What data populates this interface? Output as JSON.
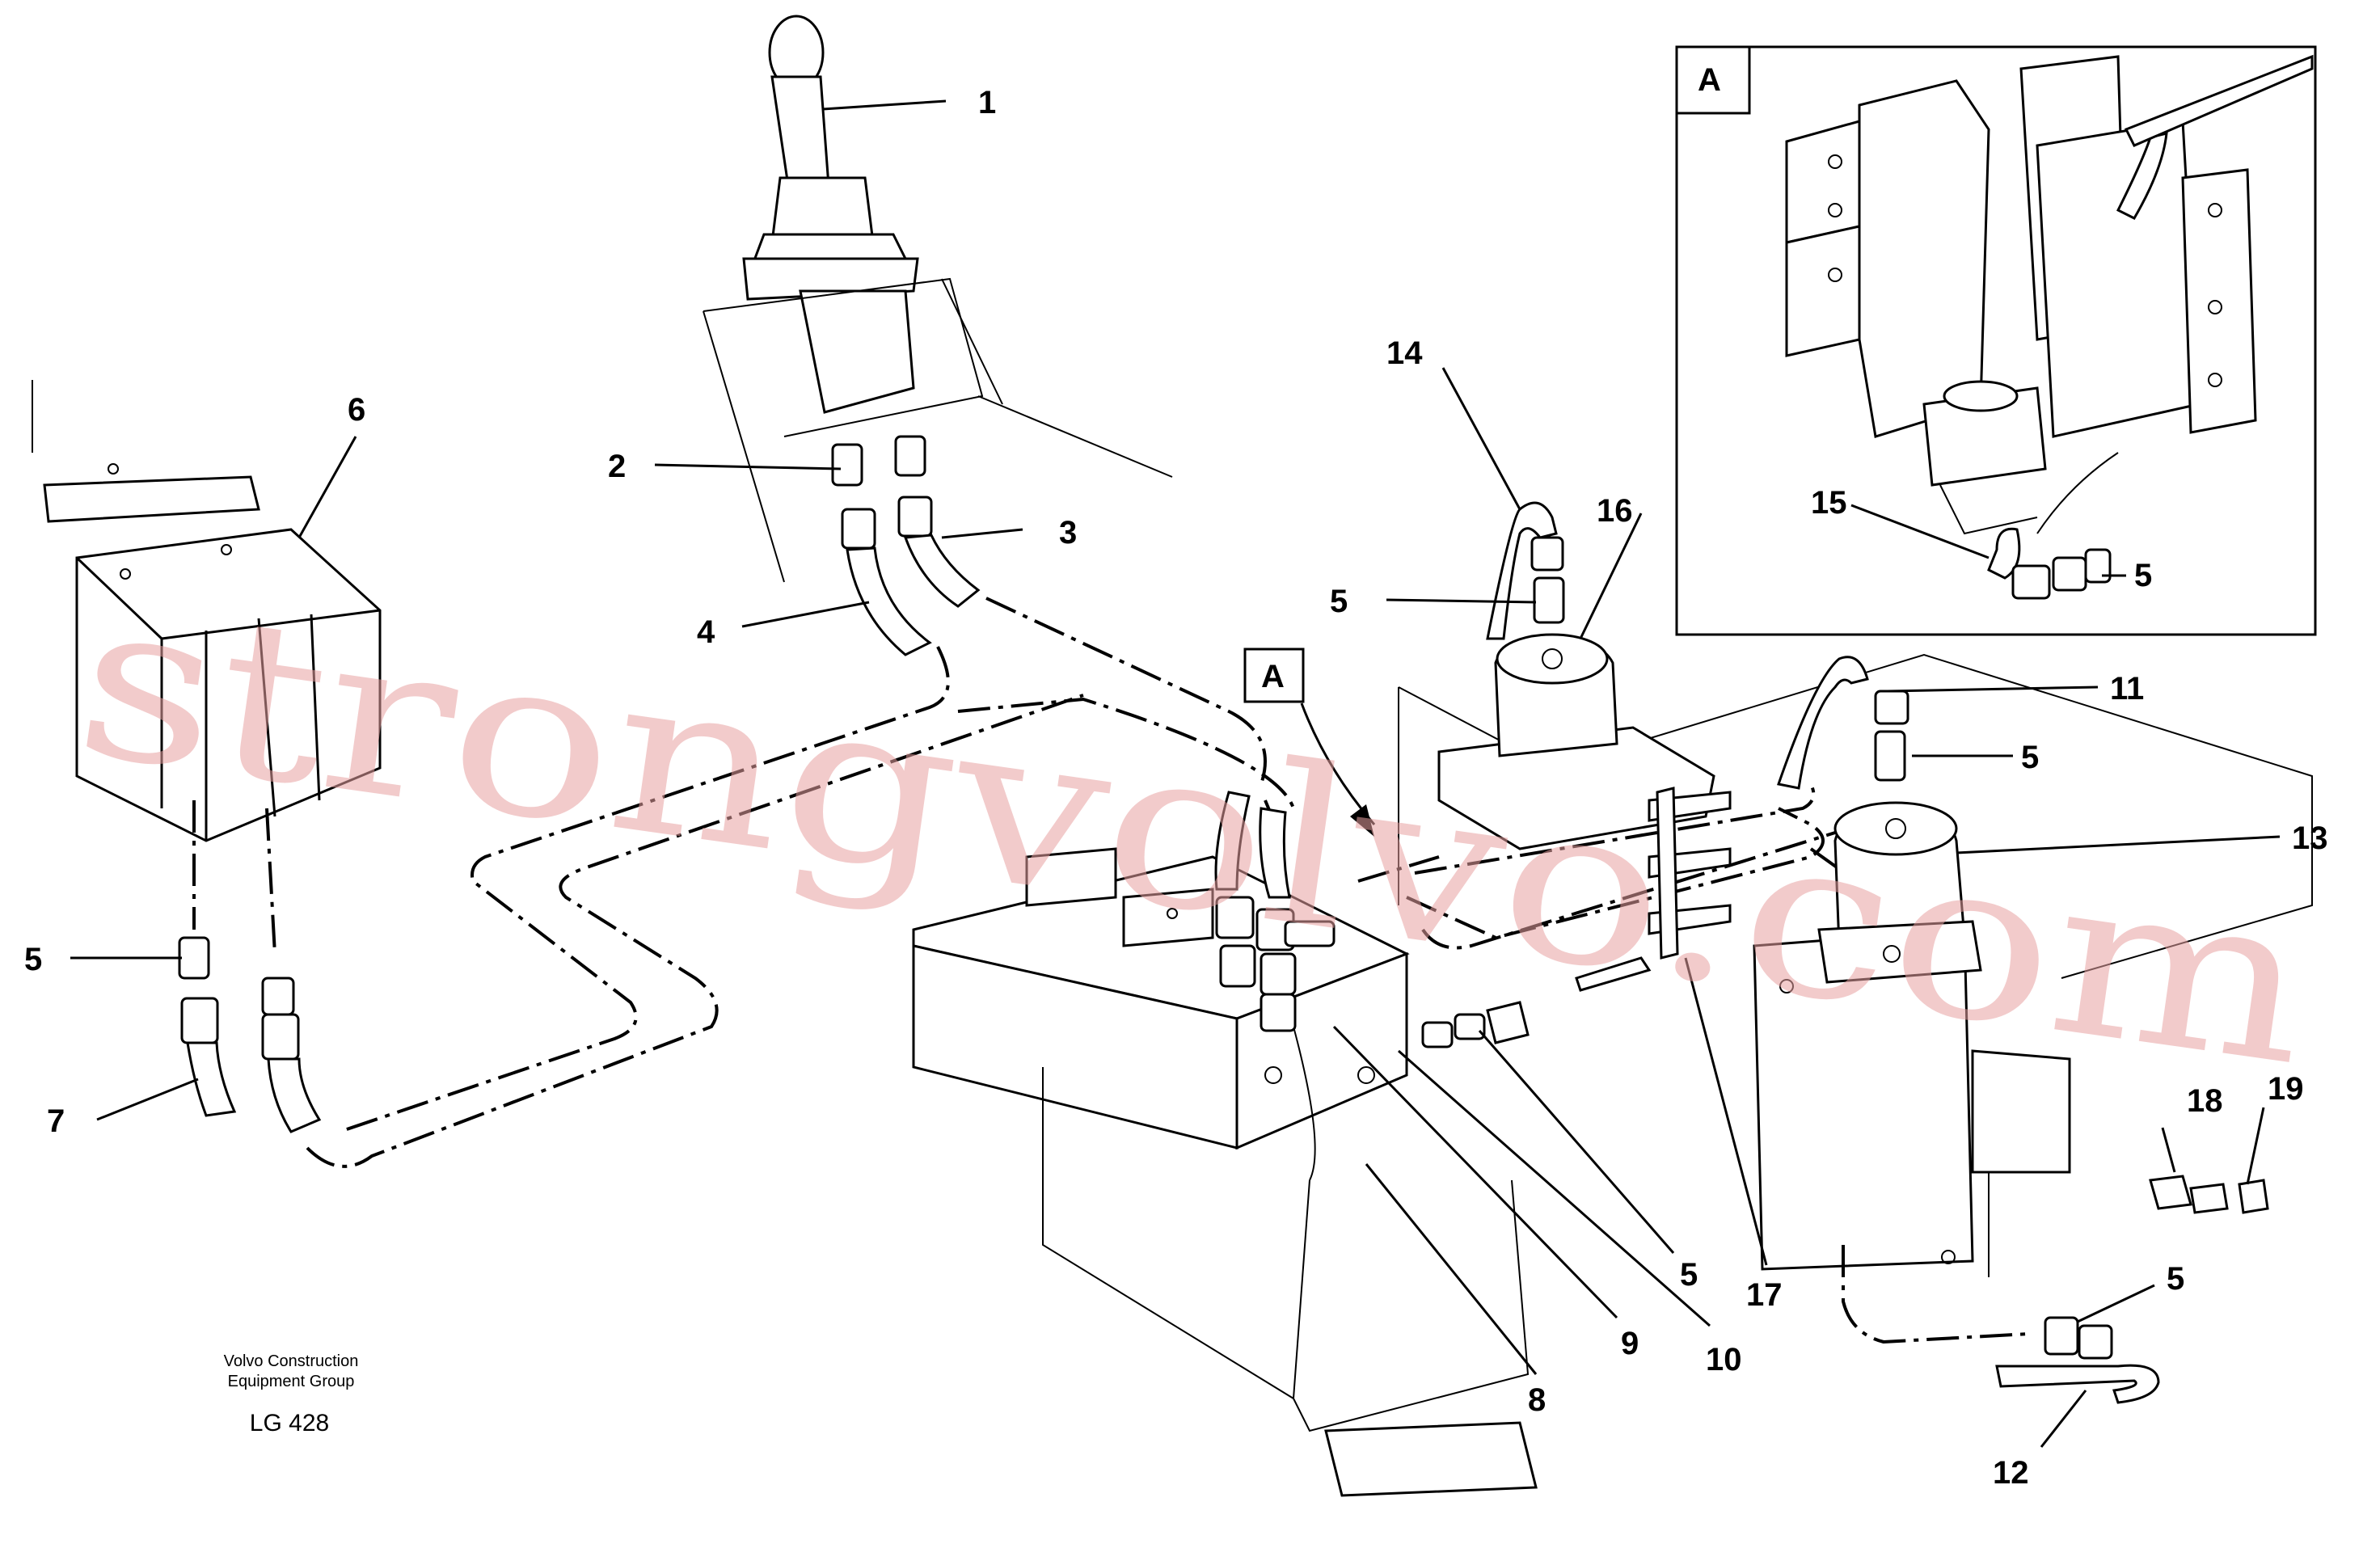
{
  "callouts": [
    {
      "id": "c1",
      "text": "1"
    },
    {
      "id": "c2",
      "text": "2"
    },
    {
      "id": "c3",
      "text": "3"
    },
    {
      "id": "c4",
      "text": "4"
    },
    {
      "id": "c5a",
      "text": "5"
    },
    {
      "id": "c6",
      "text": "6"
    },
    {
      "id": "c7",
      "text": "7"
    },
    {
      "id": "c8",
      "text": "8"
    },
    {
      "id": "c9",
      "text": "9"
    },
    {
      "id": "c10",
      "text": "10"
    },
    {
      "id": "c11",
      "text": "11"
    },
    {
      "id": "c12",
      "text": "12"
    },
    {
      "id": "c13",
      "text": "13"
    },
    {
      "id": "c14",
      "text": "14"
    },
    {
      "id": "c15",
      "text": "15"
    },
    {
      "id": "c16",
      "text": "16"
    },
    {
      "id": "c17",
      "text": "17"
    },
    {
      "id": "c18",
      "text": "18"
    },
    {
      "id": "c19",
      "text": "19"
    }
  ],
  "labels": {
    "detail_box": "A",
    "view_marker": "A",
    "num_5": "5",
    "num_1": "1",
    "num_2": "2",
    "num_3": "3",
    "num_4": "4",
    "num_6": "6",
    "num_7": "7",
    "num_8": "8",
    "num_9": "9",
    "num_10": "10",
    "num_11": "11",
    "num_12": "12",
    "num_13": "13",
    "num_14": "14",
    "num_15": "15",
    "num_16": "16",
    "num_17": "17",
    "num_18": "18",
    "num_19": "19"
  },
  "caption": {
    "company_line1": "Volvo Construction",
    "company_line2": "Equipment Group",
    "drawing_id": "LG 428"
  },
  "watermark": "strongvolvo.com"
}
